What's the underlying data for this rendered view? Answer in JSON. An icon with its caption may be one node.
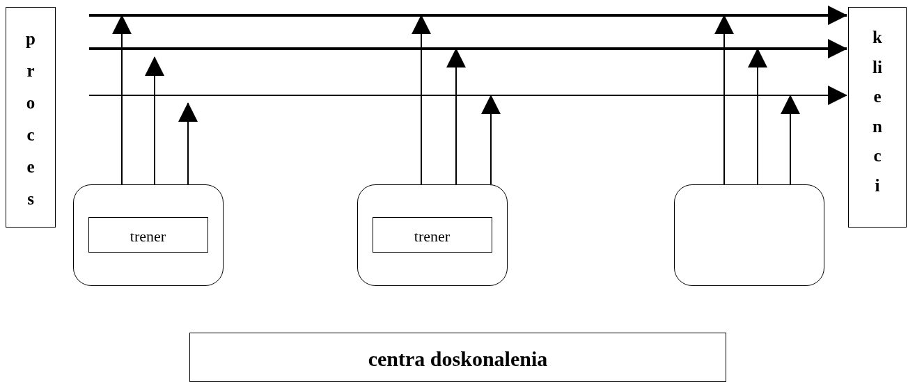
{
  "diagram": {
    "nodes": [
      {
        "text": [
          "proces"
        ]
      },
      {
        "text": [],
        "shape": "box"
      },
      {
        "text": [
          "trener"
        ],
        "in": 1
      },
      {
        "text": [],
        "shape": "box"
      },
      {
        "text": [
          "trener"
        ],
        "in": 3
      },
      {
        "text": [],
        "shape": "box"
      },
      {
        "text": [
          "klienci"
        ]
      },
      {
        "text": [
          "centra doskonalenia"
        ]
      }
    ],
    "edges": [
      {
        "from": null,
        "to": 6,
        "arrow": "to",
        "style": "thick"
      },
      {
        "from": null,
        "to": 6,
        "arrow": "to",
        "style": "thick"
      },
      {
        "from": null,
        "to": 6,
        "arrow": "to"
      },
      {
        "from": 1,
        "to": null,
        "arrow": "to"
      },
      {
        "from": 1,
        "to": null,
        "arrow": "to"
      },
      {
        "from": 1,
        "to": null,
        "arrow": "to"
      },
      {
        "from": 3,
        "to": null,
        "arrow": "to"
      },
      {
        "from": 3,
        "to": null,
        "arrow": "to"
      },
      {
        "from": 3,
        "to": null,
        "arrow": "to"
      },
      {
        "from": 5,
        "to": null,
        "arrow": "to"
      },
      {
        "from": 5,
        "to": null,
        "arrow": "to"
      },
      {
        "from": 5,
        "to": null,
        "arrow": "to"
      }
    ]
  }
}
